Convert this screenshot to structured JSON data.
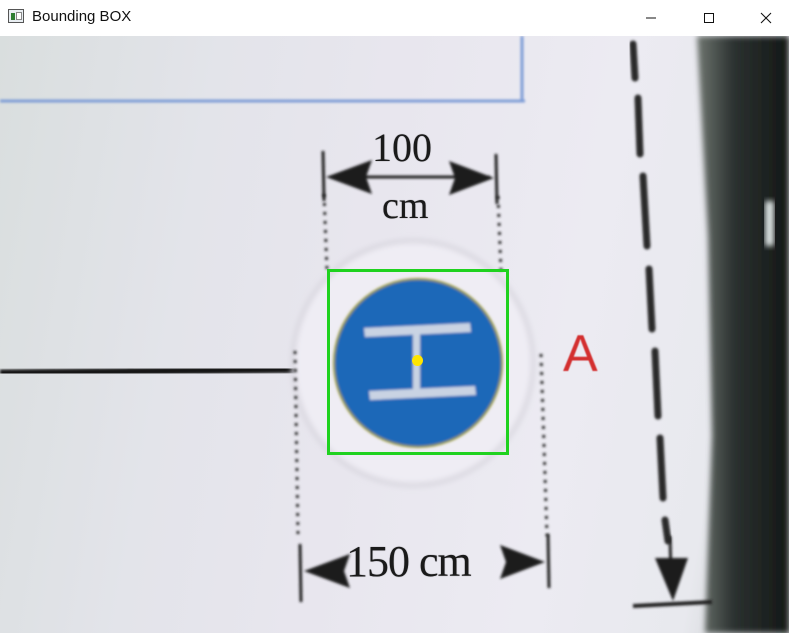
{
  "window": {
    "title": "Bounding BOX",
    "controls": {
      "minimize_icon": "minimize-icon",
      "maximize_icon": "maximize-icon",
      "close_icon": "close-icon"
    }
  },
  "scene": {
    "dimension_top_value": "100",
    "dimension_top_unit": "cm",
    "dimension_bottom": "150 cm",
    "marker_letter": "A",
    "helipad_symbol": "H"
  },
  "overlay": {
    "bounding_box_color": "#1fd21f",
    "center_point_color": "#ffe500"
  },
  "colors": {
    "helipad_blue": "#1e68b8",
    "marker_red": "#d32f2f"
  }
}
